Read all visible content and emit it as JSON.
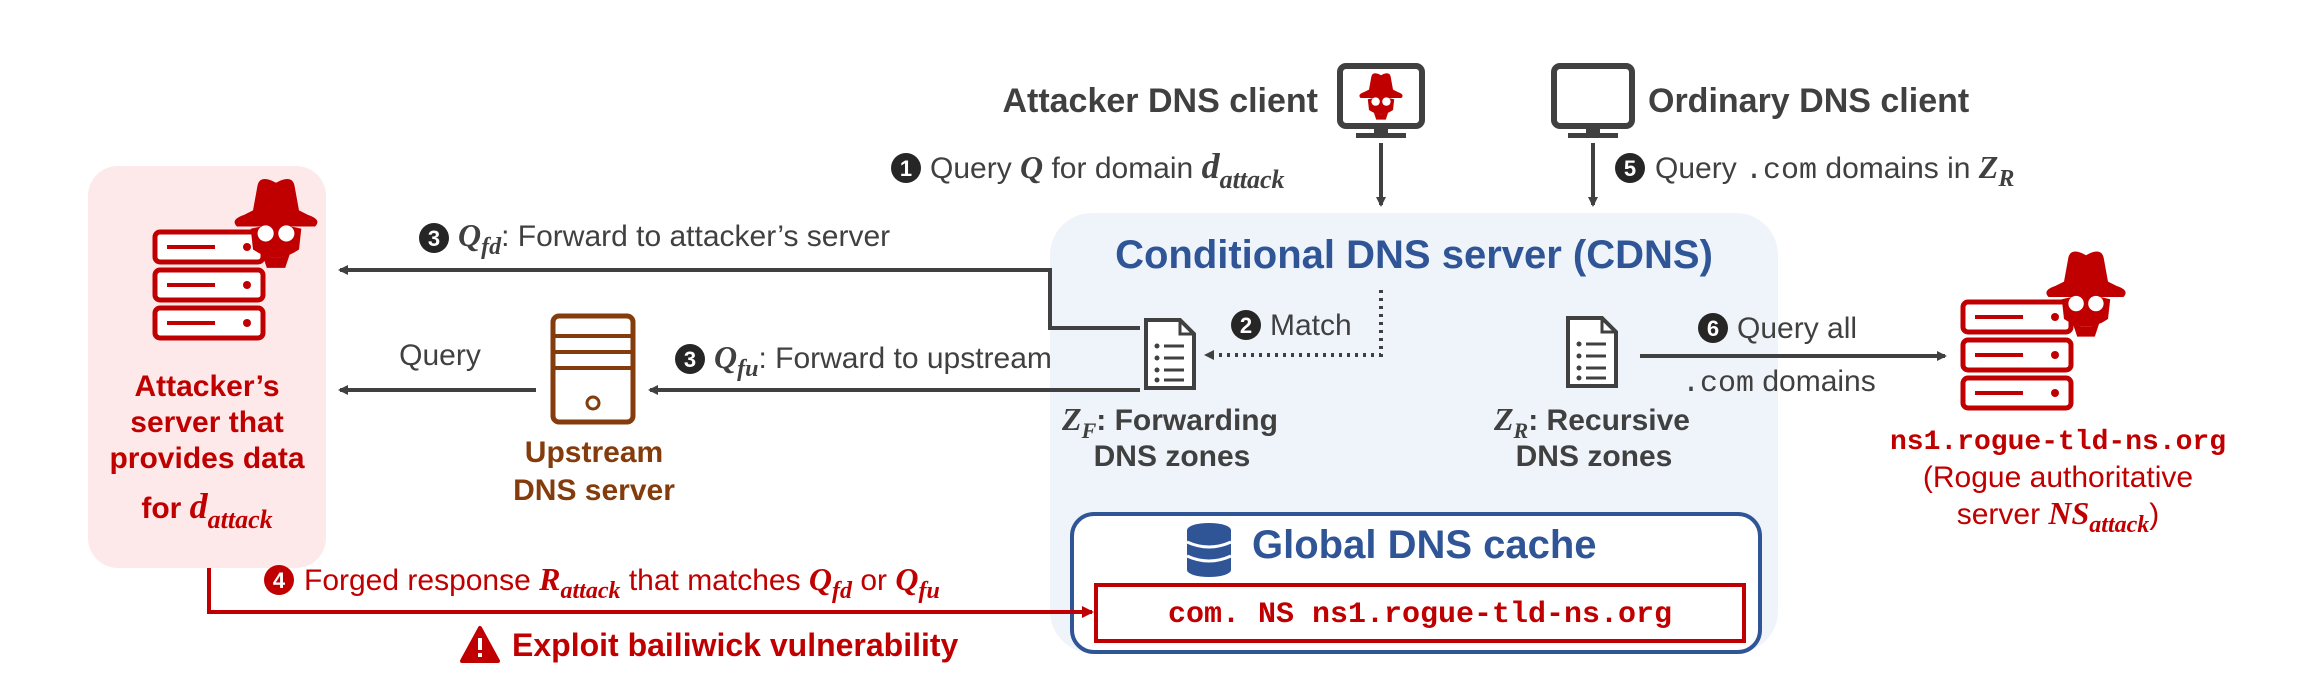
{
  "colors": {
    "red": "#c00000",
    "blue": "#2f5597",
    "brown": "#843c0c",
    "gray": "#404040",
    "cdns_bg": "#eef4fa",
    "attacker_bg": "#fde9e9"
  },
  "icons": {
    "attacker_client": "hacker-monitor-icon",
    "ordinary_client": "monitor-icon",
    "attacker_server": "server-stack-icon",
    "upstream_server": "server-tower-icon",
    "zone_file": "document-list-icon",
    "cache": "database-icon",
    "rogue_ns": "server-stack-icon",
    "hacker": "hacker-hat-icon",
    "warning": "warning-triangle-icon"
  },
  "clients": {
    "attacker": "Attacker DNS client",
    "ordinary": "Ordinary DNS client"
  },
  "steps": {
    "s1": {
      "num": "1",
      "pre": "Query ",
      "q": "Q",
      "mid": " for domain ",
      "d": "d",
      "dsub": "attack"
    },
    "s5": {
      "num": "5",
      "pre": "Query ",
      "code": ".com",
      "mid": " domains in ",
      "z": "Z",
      "zsub": "R"
    },
    "s2": {
      "num": "2",
      "label": "Match"
    },
    "s3fd": {
      "num": "3",
      "q": "Q",
      "sub": "fd",
      "label": ": Forward to attacker’s server"
    },
    "s3fu": {
      "num": "3",
      "q": "Q",
      "sub": "fu",
      "label": ": Forward to upstream"
    },
    "s6": {
      "num": "6",
      "line1": "Query all",
      "code": ".com",
      "line2": " domains"
    },
    "s4": {
      "num": "4",
      "pre": "Forged response ",
      "r": "R",
      "rsub": "attack",
      "mid": " that matches ",
      "q1": "Q",
      "q1sub": "fd",
      "or": " or ",
      "q2": "Q",
      "q2sub": "fu"
    }
  },
  "cdns": {
    "title": "Conditional DNS server (CDNS)"
  },
  "zones": {
    "forwarding": {
      "z": "Z",
      "sub": "F",
      "line1": ": Forwarding",
      "line2": "DNS zones"
    },
    "recursive": {
      "z": "Z",
      "sub": "R",
      "line1": ": Recursive",
      "line2": "DNS zones"
    }
  },
  "cache": {
    "title": "Global DNS cache",
    "record": "com. NS ns1.rogue-tld-ns.org"
  },
  "upstream": {
    "line1": "Upstream",
    "line2": "DNS server",
    "query": "Query"
  },
  "attacker_server": {
    "line1": "Attacker’s",
    "line2": "server that",
    "line3": "provides data",
    "line4": "for ",
    "d": "d",
    "dsub": "attack"
  },
  "rogue": {
    "host": "ns1.rogue-tld-ns.org",
    "line1": "(Rogue authoritative",
    "line2": "server ",
    "ns": "NS",
    "nssub": "attack",
    "close": ")"
  },
  "exploit": {
    "label": "Exploit bailiwick vulnerability"
  }
}
